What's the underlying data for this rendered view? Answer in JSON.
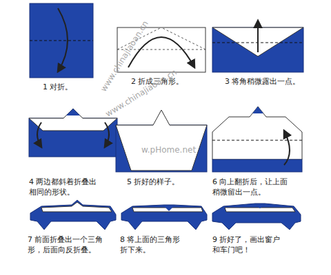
{
  "diagram": {
    "labels": [
      "1 对折。",
      "2 折成三角形。",
      "3 将角稍微露出一点。",
      "4 两边都斜着折叠出 相同的形状。",
      "5 折好的样子。",
      "6 向上翻折后，让上面 稍微留出一点。",
      "7 前面折叠出一个三角 形，后面向反折叠。",
      "8 将上面的三角形 折下来。",
      "9 折好了，画出窗户 和车门吧！",
      "www.chinajiaoan.cn",
      "www.chinajiaoan.cn",
      "w.pHome.net"
    ]
  }
}
